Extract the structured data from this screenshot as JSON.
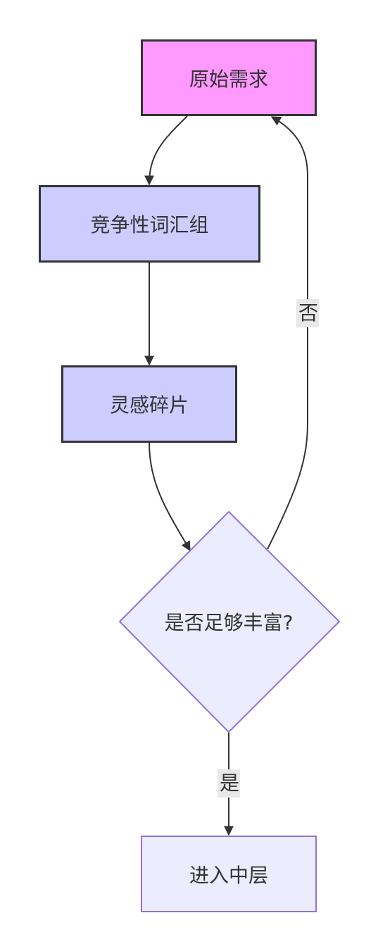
{
  "nodes": {
    "original_requirement": "原始需求",
    "competitive_vocab": "竞争性词汇组",
    "inspiration_fragments": "灵感碎片",
    "decision": "是否足够丰富?",
    "enter_middle": "进入中层"
  },
  "edges": {
    "no_label": "否",
    "yes_label": "是"
  },
  "colors": {
    "start_fill": "#ff99ff",
    "process_fill": "#ccccff",
    "decision_fill": "#ececff",
    "decision_stroke": "#9370db",
    "line": "#333333",
    "label_bg": "#e8e8e8"
  }
}
